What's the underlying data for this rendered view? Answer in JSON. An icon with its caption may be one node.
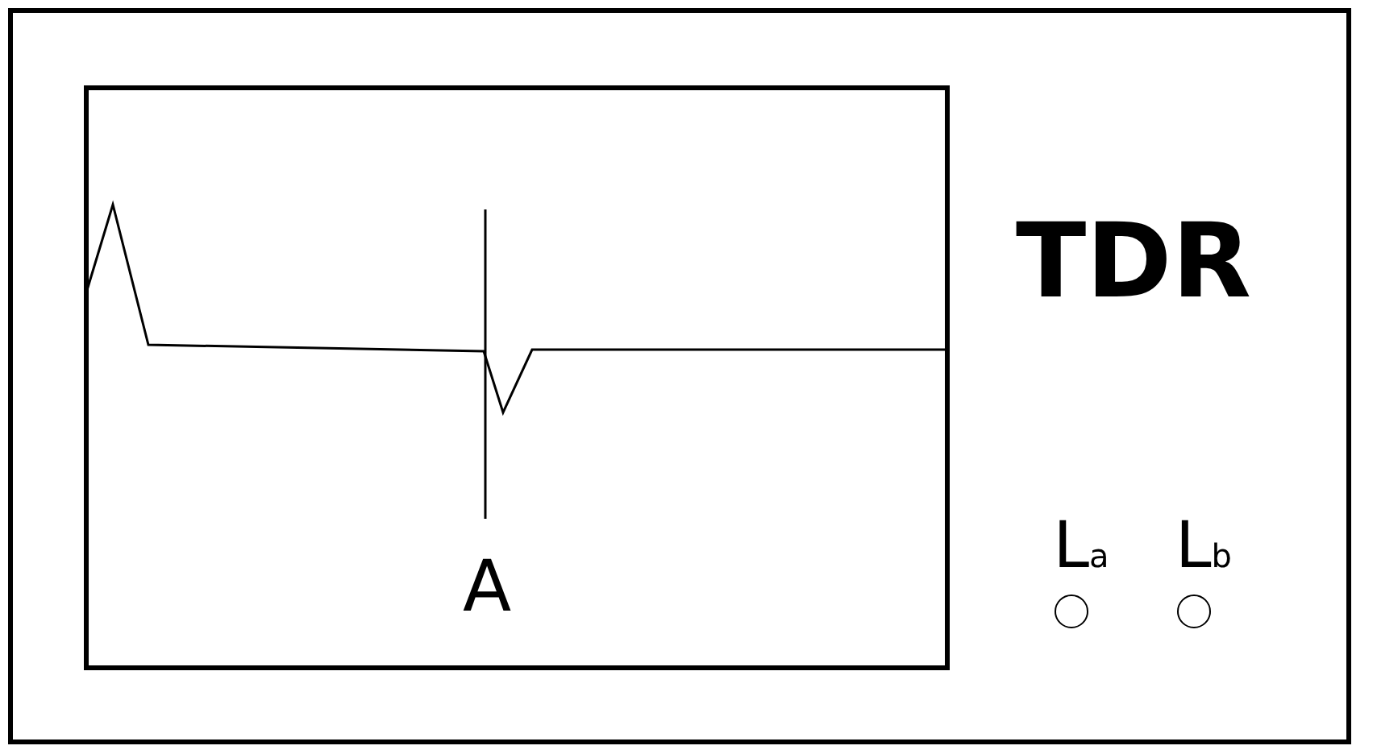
{
  "diagram": {
    "nodes": [
      {
        "text": [
          "TDR"
        ]
      },
      {
        "text": [
          "A"
        ],
        "in": 0
      },
      {
        "text": [],
        "shape": "circle",
        "in": 0,
        "beside": [
          "L$_{a}$"
        ]
      },
      {
        "text": [],
        "shape": "circle",
        "in": 0,
        "beside": [
          "L$_{b}$"
        ]
      }
    ]
  }
}
